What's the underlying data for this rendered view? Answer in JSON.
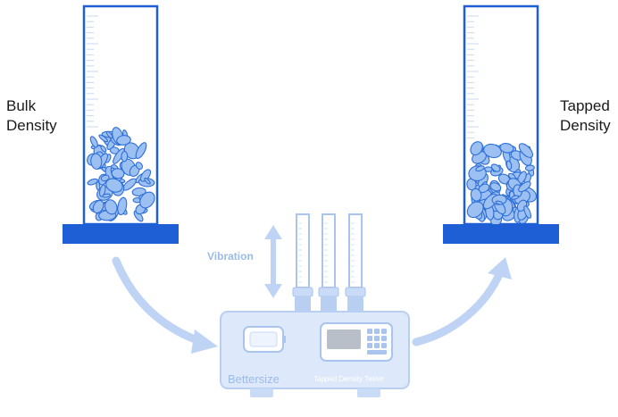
{
  "labels": {
    "bulk": [
      "Bulk",
      "Density"
    ],
    "tapped": [
      "Tapped",
      "Density"
    ],
    "vibration": "Vibration"
  },
  "device": {
    "brand": "Bettersize",
    "model": "Tapped Density Tester"
  },
  "colors": {
    "cylinder_outline": "#1f5fd6",
    "base": "#1f5fd6",
    "particle_fill": "#9cc0f2",
    "particle_stroke": "#2f6fd8",
    "arrow": "#bfd3f5",
    "device_body": "#dde9fb",
    "device_stroke": "#b8cff2",
    "device_text": "#9bbbe8"
  },
  "icons": [
    "vibration-double-arrow-icon",
    "curved-arrow-icon"
  ]
}
